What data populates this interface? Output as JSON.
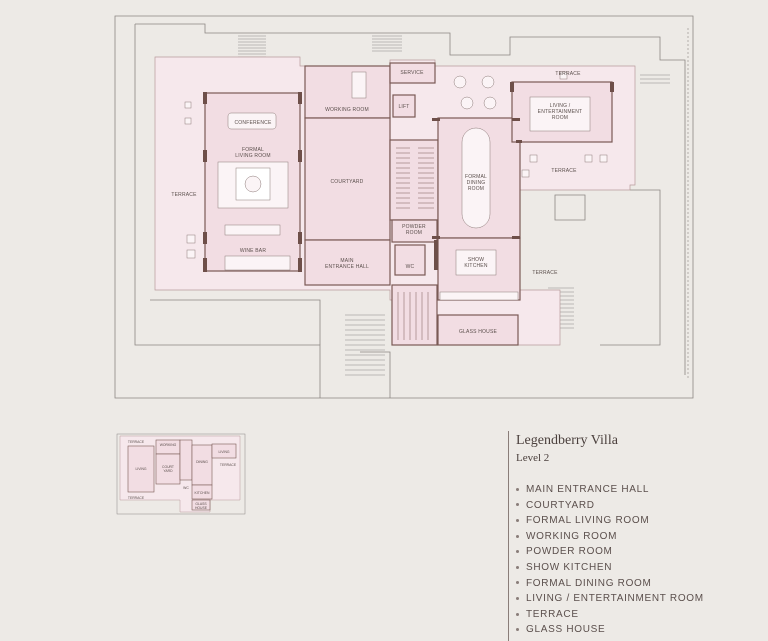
{
  "villa": {
    "name": "Legendberry Villa",
    "level": "Level 2",
    "rooms": [
      "MAIN ENTRANCE HALL",
      "COURTYARD",
      "FORMAL LIVING ROOM",
      "WORKING ROOM",
      "POWDER ROOM",
      "SHOW KITCHEN",
      "FORMAL DINING ROOM",
      "LIVING / ENTERTAINMENT ROOM",
      "TERRACE",
      "GLASS HOUSE"
    ]
  },
  "plan_labels": {
    "service": "SERVICE",
    "terrace_top": "TERRACE",
    "working_room": "WORKING ROOM",
    "lift": "LIFT",
    "living_entertainment_1": "LIVING /",
    "living_entertainment_2": "ENTERTAINMENT",
    "living_entertainment_3": "ROOM",
    "conference": "CONFERENCE",
    "formal_living_1": "FORMAL",
    "formal_living_2": "LIVING ROOM",
    "courtyard": "COURTYARD",
    "formal_dining_1": "FORMAL",
    "formal_dining_2": "DINING",
    "formal_dining_3": "ROOM",
    "terrace_right": "TERRACE",
    "terrace_left": "TERRACE",
    "powder_1": "POWDER",
    "powder_2": "ROOM",
    "wc": "WC",
    "wine_bar": "WINE BAR",
    "main_entrance_1": "MAIN",
    "main_entrance_2": "ENTRANCE HALL",
    "show_kitchen_1": "SHOW",
    "show_kitchen_2": "KITCHEN",
    "terrace_lower": "TERRACE",
    "glass_house": "GLASS HOUSE"
  },
  "key_plan_labels": {
    "terrace_top": "TERRACE",
    "working": "WORKING",
    "living": "LIVING",
    "court_1": "COURT",
    "court_2": "YARD",
    "dining": "DINING",
    "living_right": "LIVING",
    "terrace_right": "TERRACE",
    "terrace_bottom": "TERRACE",
    "wc": "WC",
    "kitchen": "KITCHEN",
    "glass_1": "GLASS",
    "glass_2": "HOUSE"
  },
  "colors": {
    "background": "#edeae6",
    "room_fill": "#f2dde3",
    "terrace_fill": "#f6e8ec",
    "wall": "#7a5a55",
    "linework": "#8c8683"
  }
}
